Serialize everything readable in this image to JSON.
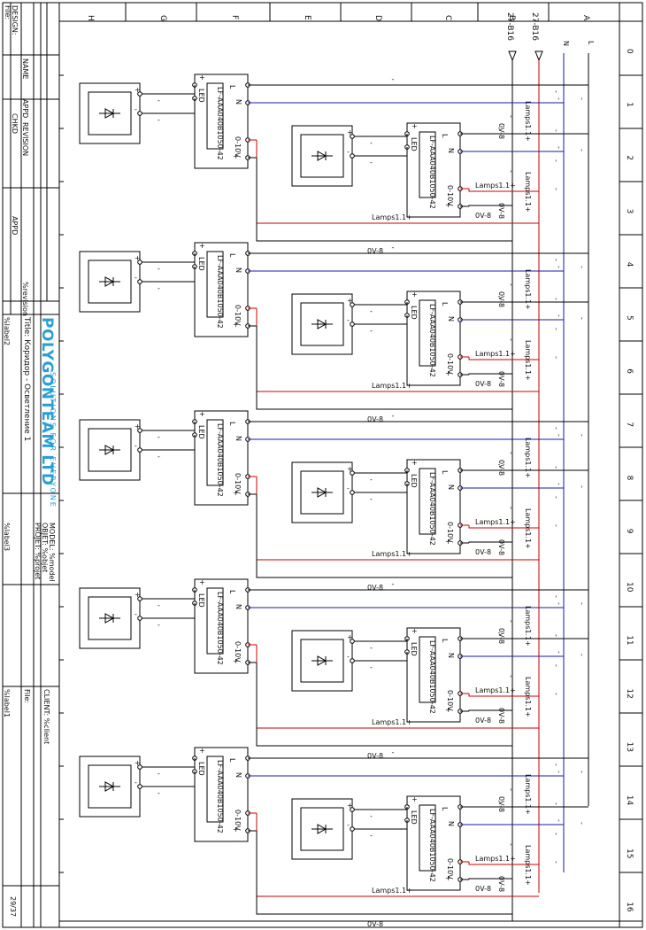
{
  "border": {
    "rows": [
      "A",
      "B",
      "C",
      "D",
      "E",
      "F",
      "G",
      "H"
    ],
    "cols": [
      "0",
      "1",
      "2",
      "3",
      "4",
      "5",
      "6",
      "7",
      "8",
      "9",
      "10",
      "11",
      "12",
      "13",
      "14",
      "15",
      "16"
    ]
  },
  "title_block": {
    "file_top": "File:",
    "design": "DESIGN:",
    "name": "NAME",
    "appd": "APPD",
    "revision": "REVISION",
    "chkd": "CHKD",
    "appd2": "APPD",
    "revision_var": "%revision",
    "brand_main": "POLYGONTEAM LTD",
    "brand_sub": "SOLUTIONS FOR EVERYONE",
    "title": "Title: Коридор - Осветление 1",
    "label2": "%label2",
    "project": "PROJET: %projet",
    "objet": "OBJET: %objet",
    "model": "MODEL: %model",
    "label3": "%label3",
    "client": "CLIENT: %client",
    "label1": "%label1",
    "file_bottom": "File:",
    "page": "29/37"
  },
  "bus": {
    "ref1": "27-B16",
    "ref2": "27-B16",
    "l_label": "L",
    "n_label": "N"
  },
  "driver_model": "LF-AAA040B1050-42",
  "driver_pins": {
    "l": "L",
    "n": "N",
    "led": "LED",
    "dim": "0-10V",
    "plus": "+",
    "minus": "-"
  },
  "wire_labels": {
    "lamps": "Lamps1.1+",
    "zero": "0V-8",
    "dash": "-"
  }
}
